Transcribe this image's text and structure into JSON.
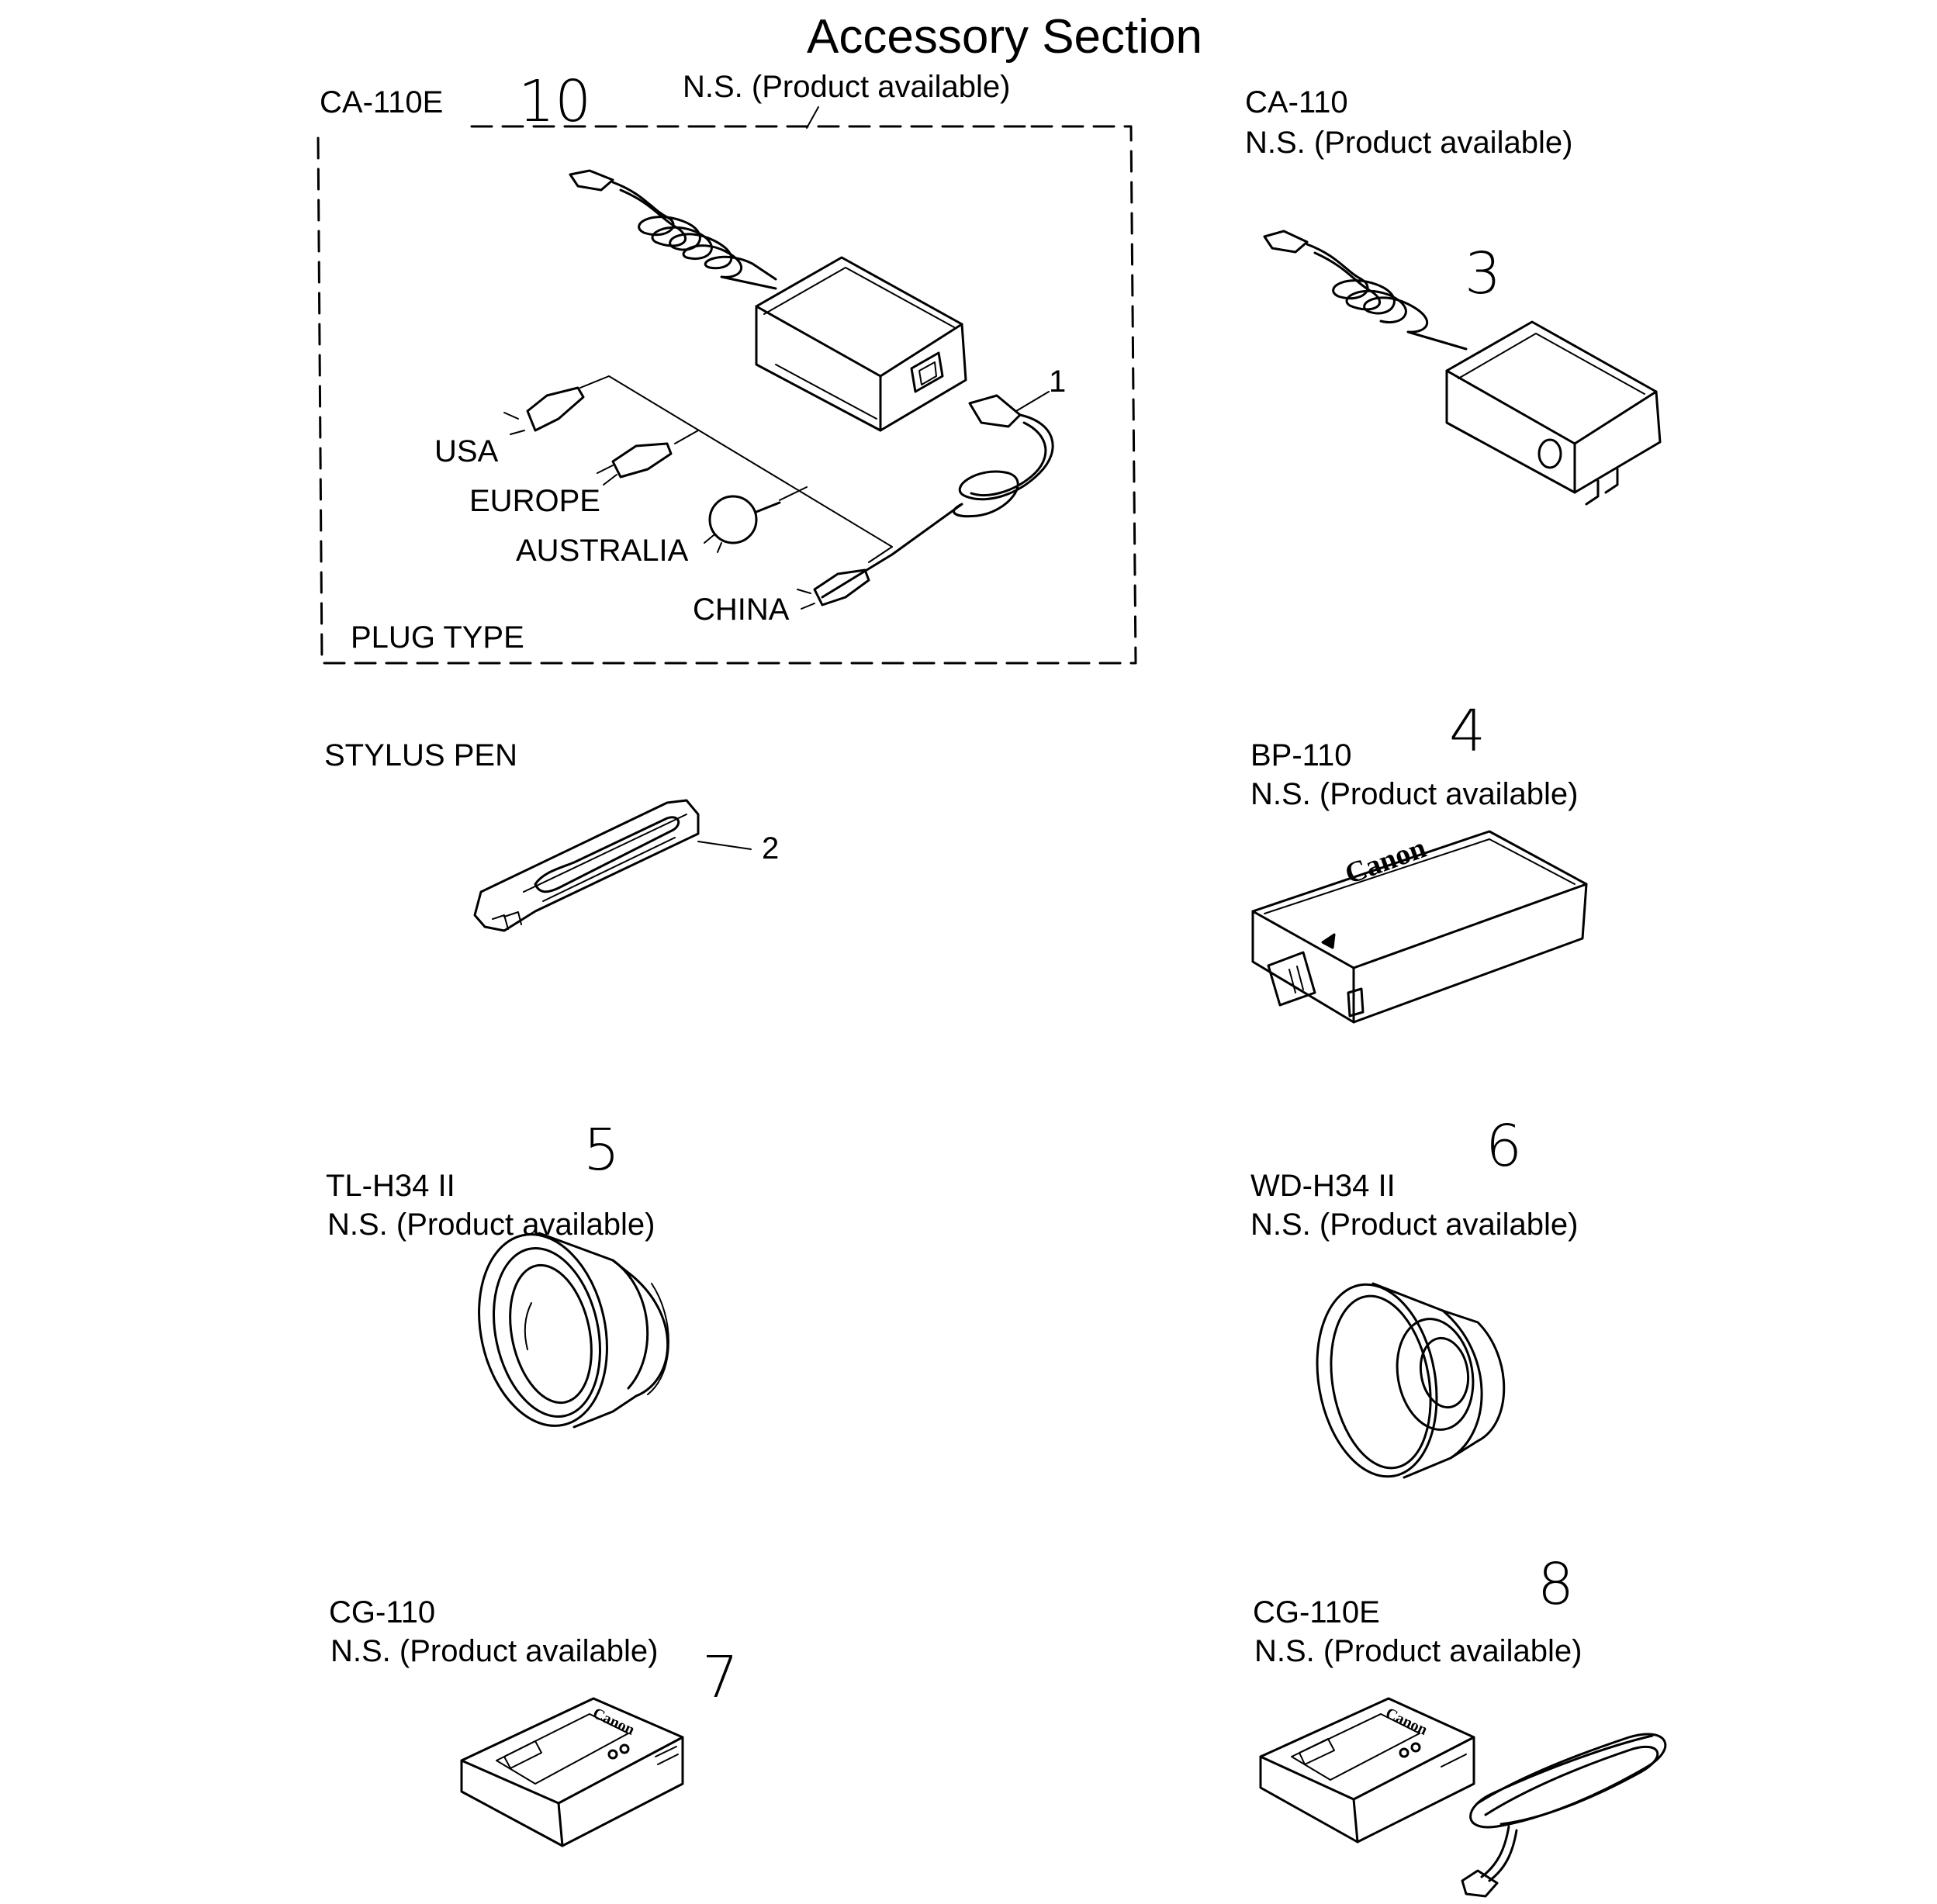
{
  "page": {
    "title": "Accessory Section"
  },
  "ca110e": {
    "model": "CA-110E",
    "status": "N.S. (Product available)",
    "handwritten": "10",
    "callout": "1",
    "plug_type": "PLUG TYPE",
    "plugs": [
      "USA",
      "EUROPE",
      "AUSTRALIA",
      "CHINA"
    ]
  },
  "ca110": {
    "model": "CA-110",
    "status": "N.S. (Product available)",
    "handwritten": "3"
  },
  "stylus": {
    "name": "STYLUS PEN",
    "callout": "2"
  },
  "bp110": {
    "model": "BP-110",
    "status": "N.S. (Product available)",
    "handwritten": "4",
    "brand": "Canon"
  },
  "tlh34": {
    "model": "TL-H34 II",
    "status": "N.S. (Product available)",
    "handwritten": "5"
  },
  "wdh34": {
    "model": "WD-H34 II",
    "status": "N.S. (Product available)",
    "handwritten": "6"
  },
  "cg110": {
    "model": "CG-110",
    "status": "N.S. (Product available)",
    "handwritten": "7",
    "brand": "Canon"
  },
  "cg110e": {
    "model": "CG-110E",
    "status": "N.S. (Product available)",
    "handwritten": "8",
    "brand": "Canon"
  }
}
